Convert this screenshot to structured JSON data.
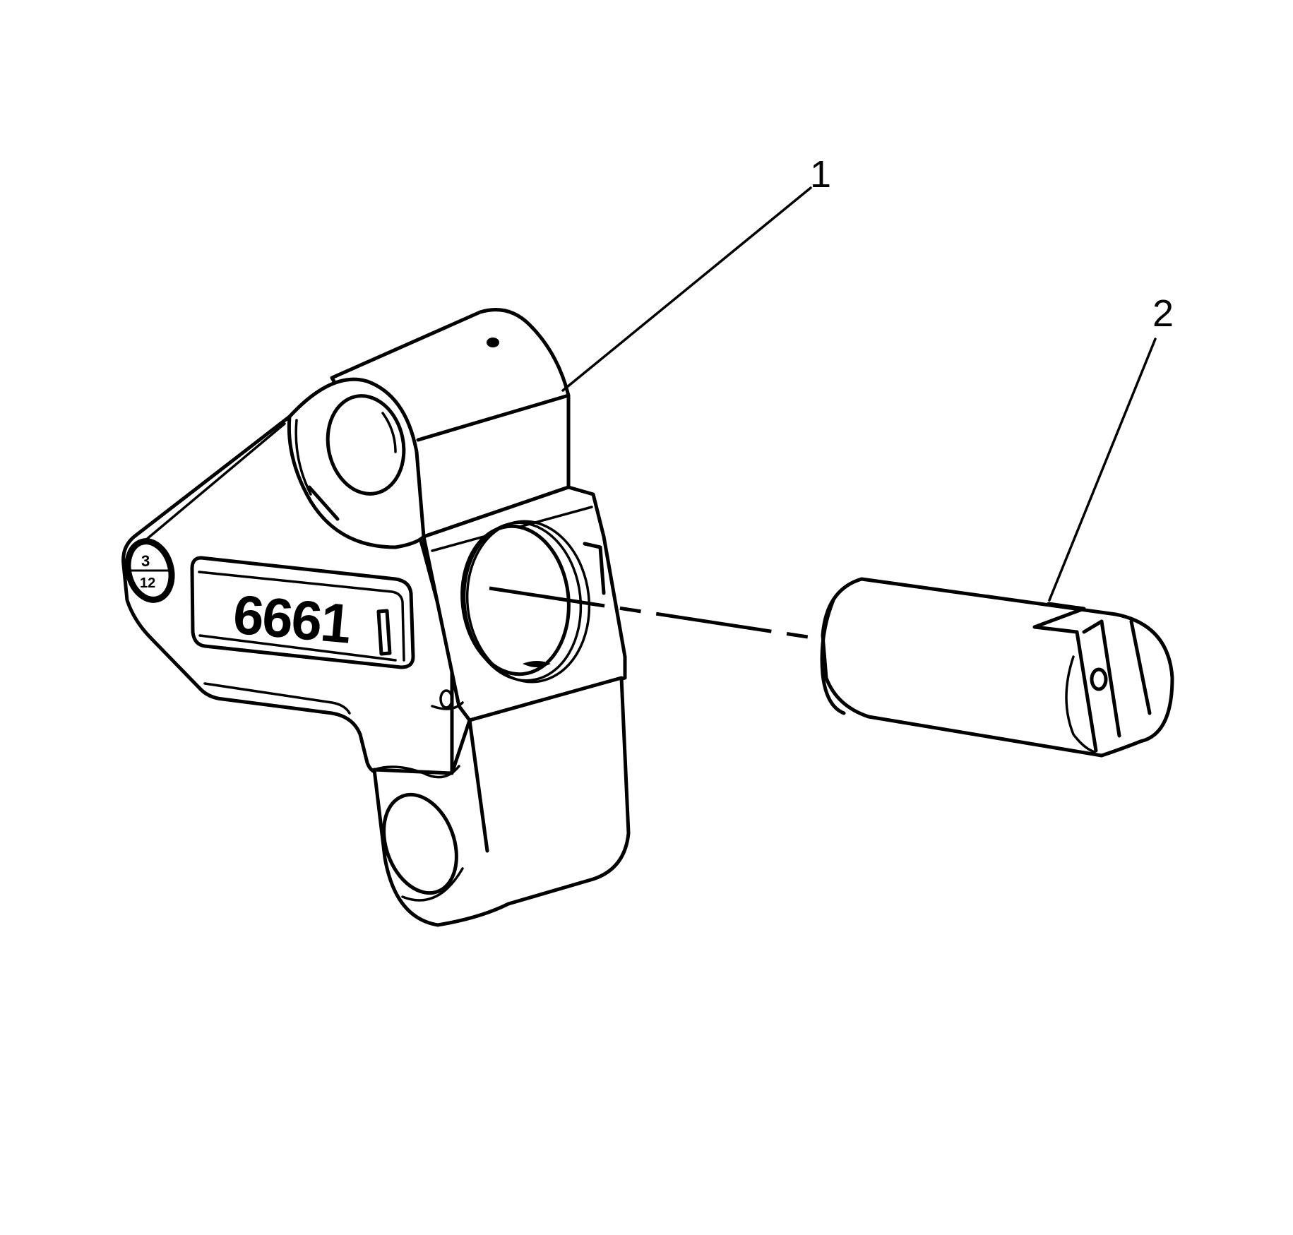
{
  "diagram": {
    "type": "exploded-parts-illustration",
    "callouts": [
      {
        "id": "1",
        "label": "1",
        "part": "bracket"
      },
      {
        "id": "2",
        "label": "2",
        "part": "pin"
      }
    ],
    "bracket": {
      "stamped_number": "6661",
      "date_stamp_top": "3",
      "date_stamp_bottom": "12"
    },
    "colors": {
      "line": "#000000",
      "background": "#ffffff"
    }
  }
}
